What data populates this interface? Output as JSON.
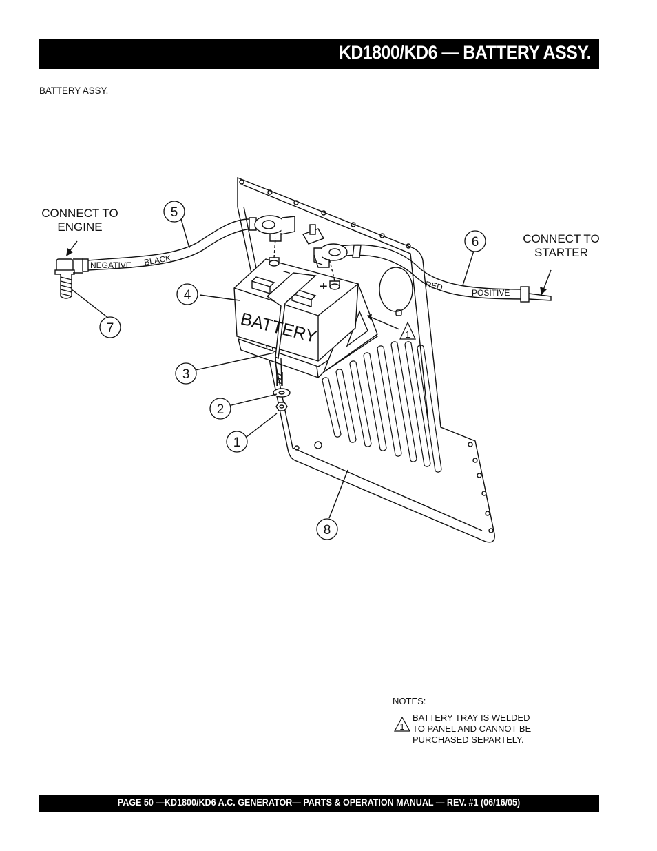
{
  "header": {
    "title": "KD1800/KD6  — BATTERY ASSY."
  },
  "section": {
    "subheading": "BATTERY ASSY."
  },
  "diagram": {
    "connect_engine": [
      "CONNECT TO",
      "ENGINE"
    ],
    "connect_starter": [
      "CONNECT TO",
      "STARTER"
    ],
    "cable_labels": {
      "negative": "NEGATIVE",
      "black": "BLACK",
      "red": "RED",
      "positive": "POSITIVE"
    },
    "battery_label": "BATTERY",
    "terminal_neg": "–",
    "terminal_pos": "+",
    "callouts": [
      "1",
      "2",
      "3",
      "4",
      "5",
      "6",
      "7",
      "8"
    ],
    "tray_note_ref": "1"
  },
  "notes": {
    "heading": "NOTES:",
    "marker": "1",
    "lines": [
      "BATTERY TRAY IS WELDED",
      "TO PANEL AND CANNOT BE",
      "PURCHASED SEPARTELY."
    ]
  },
  "footer": {
    "text": "PAGE 50 —KD1800/KD6 A.C. GENERATOR— PARTS & OPERATION MANUAL — REV. #1 (06/16/05)"
  }
}
